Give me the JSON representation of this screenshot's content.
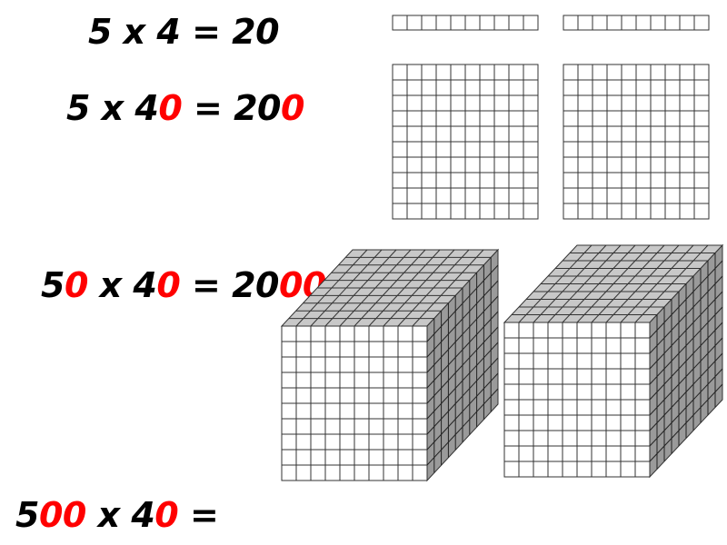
{
  "equations": [
    {
      "parts": [
        {
          "t": "5 x 4 = 20",
          "red": false
        }
      ]
    },
    {
      "parts": [
        {
          "t": "5 x 4",
          "red": false
        },
        {
          "t": "0",
          "red": true
        },
        {
          "t": " = 20",
          "red": false
        },
        {
          "t": "0",
          "red": true
        }
      ]
    },
    {
      "parts": [
        {
          "t": "5",
          "red": false
        },
        {
          "t": "0",
          "red": true
        },
        {
          "t": " x 4",
          "red": false
        },
        {
          "t": "0",
          "red": true
        },
        {
          "t": " = 20",
          "red": false
        },
        {
          "t": "00",
          "red": true
        }
      ]
    },
    {
      "parts": [
        {
          "t": "5",
          "red": false
        },
        {
          "t": "00",
          "red": true
        },
        {
          "t": " x 4",
          "red": false
        },
        {
          "t": "0",
          "red": true
        },
        {
          "t": " =",
          "red": false
        }
      ]
    }
  ],
  "colors": {
    "text": "#000000",
    "accent": "#ff0000",
    "cube_side": "#9a9a9a",
    "cube_top": "#c8c8c8",
    "cube_front": "#ffffff"
  },
  "blocks": {
    "ten_rods": 2,
    "hundred_flats": 2,
    "thousand_cubes": 2
  }
}
